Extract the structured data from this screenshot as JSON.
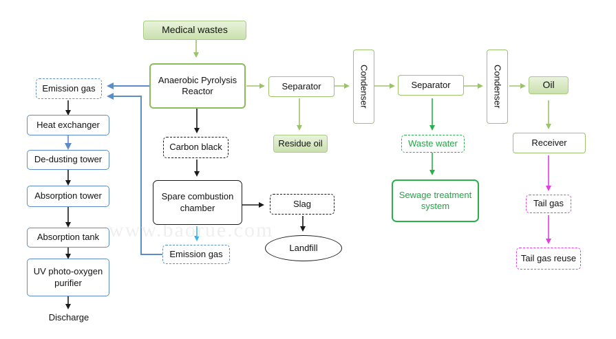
{
  "watermark": "www.baorue.com",
  "colors": {
    "blue": "#5b8cc8",
    "black": "#1a1a1a",
    "light_green": "#9bc36b",
    "sewage_green": "#28b04a",
    "magenta": "#e13de0",
    "cyan": "#3bb3e8"
  },
  "nodes": {
    "medical_wastes": "Medical wastes",
    "pyrolysis_reactor": "Anaerobic Pyrolysis Reactor",
    "separator_1": "Separator",
    "condenser_1": "Condenser",
    "separator_2": "Separator",
    "condenser_2": "Condenser",
    "oil": "Oil",
    "residue_oil": "Residue oil",
    "waste_water": "Waste water",
    "sewage_treatment": "Sewage treatment system",
    "receiver": "Receiver",
    "tail_gas": "Tail gas",
    "tail_gas_reuse": "Tail gas reuse",
    "carbon_black": "Carbon black",
    "spare_combustion": "Spare combustion chamber",
    "slag": "Slag",
    "landfill": "Landfill",
    "emission_gas_lower": "Emission gas",
    "emission_gas_top": "Emission gas",
    "heat_exchanger": "Heat exchanger",
    "dedusting_tower": "De-dusting tower",
    "absorption_tower": "Absorption tower",
    "absorption_tank": "Absorption tank",
    "uv_purifier": "UV photo-oxygen purifier",
    "discharge": "Discharge"
  }
}
